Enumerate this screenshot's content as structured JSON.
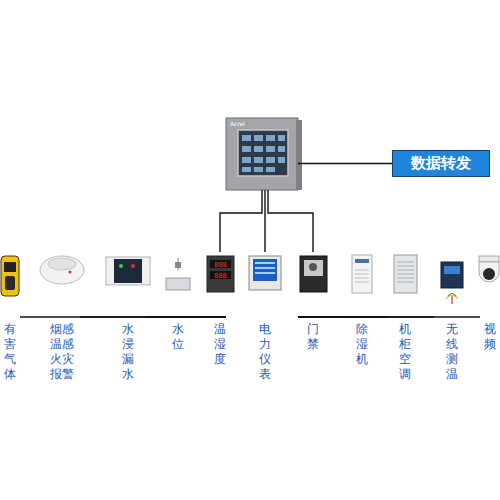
{
  "diagram": {
    "nodes": [
      {
        "text": [
          "Acrel"
        ]
      },
      {
        "text": [
          "数据转发"
        ]
      },
      {
        "text": [
          "有害气体"
        ]
      },
      {
        "text": [
          "烟感温感火灾报警"
        ]
      },
      {
        "text": [
          "水浸漏水"
        ]
      },
      {
        "text": [
          "水位"
        ]
      },
      {
        "text": [
          "温湿度"
        ]
      },
      {
        "text": [
          "电力仪表"
        ]
      },
      {
        "text": [
          "门禁"
        ]
      },
      {
        "text": [
          "除湿机"
        ]
      },
      {
        "text": [
          "机柜空调"
        ]
      },
      {
        "text": [
          "无线测温"
        ]
      },
      {
        "text": [
          "视频"
        ]
      }
    ],
    "edges": [
      {
        "from": 0,
        "to": 1,
        "arrow": "none"
      },
      {
        "from": 0,
        "to": 2,
        "arrow": "none"
      },
      {
        "from": 0,
        "to": 3,
        "arrow": "none"
      },
      {
        "from": 0,
        "to": 4,
        "arrow": "none"
      },
      {
        "from": 0,
        "to": 5,
        "arrow": "none"
      },
      {
        "from": 0,
        "to": 6,
        "arrow": "none"
      },
      {
        "from": 0,
        "to": 7,
        "arrow": "none"
      },
      {
        "from": 0,
        "to": 8,
        "arrow": "none"
      },
      {
        "from": 0,
        "to": 9,
        "arrow": "none"
      },
      {
        "from": 0,
        "to": 10,
        "arrow": "none"
      },
      {
        "from": 0,
        "to": 11,
        "arrow": "none"
      },
      {
        "from": 0,
        "to": 12,
        "arrow": "none"
      }
    ]
  }
}
